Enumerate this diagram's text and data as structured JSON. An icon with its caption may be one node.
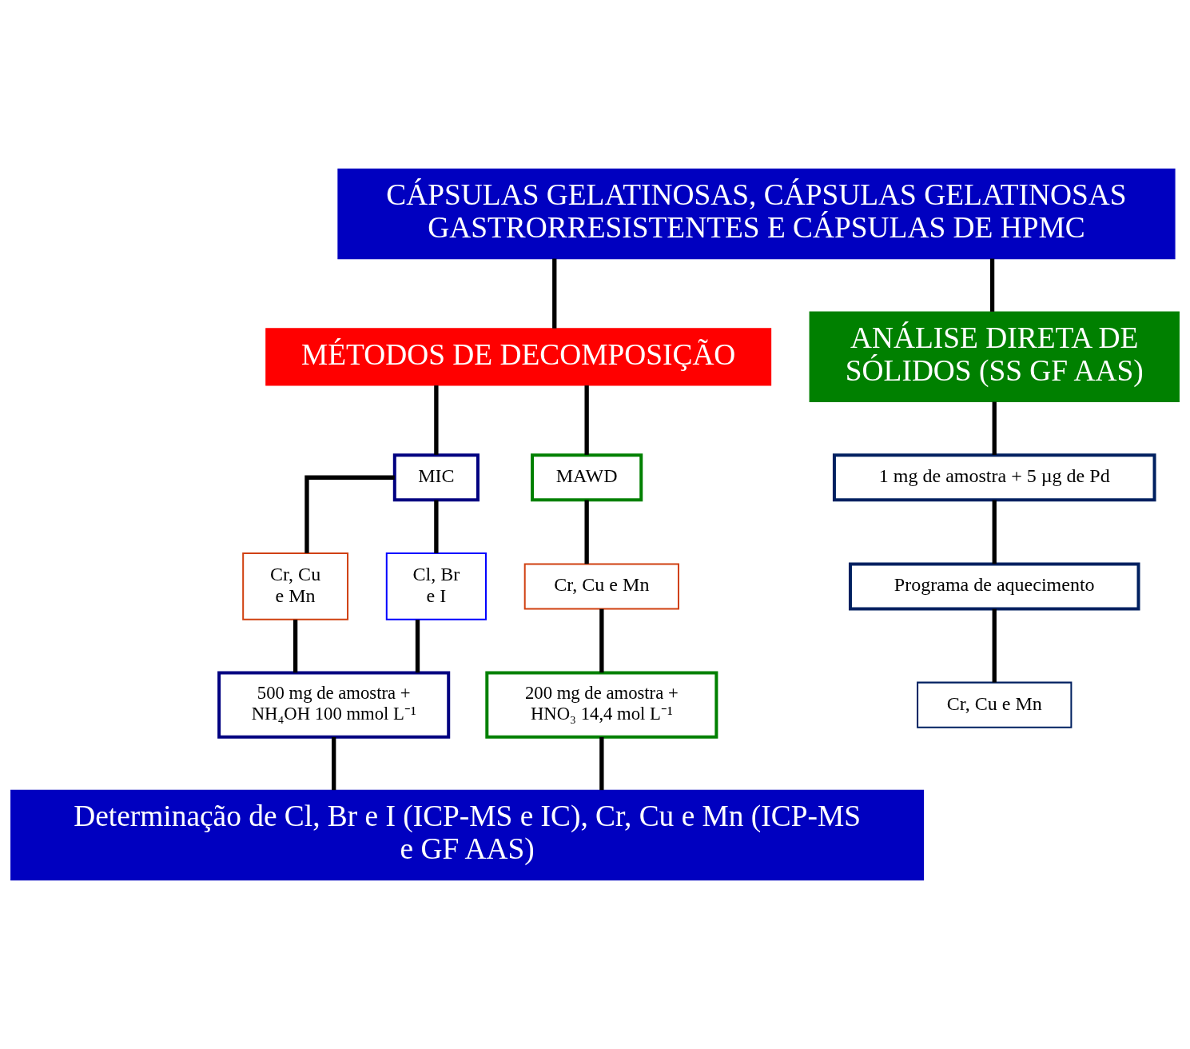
{
  "diagram": {
    "nodes": [
      {
        "text": [
          "CÁPSULAS GELATINOSAS, CÁPSULAS GELATINOSAS GASTRORRESISTENTES E CÁPSULAS DE HPMC"
        ]
      },
      {
        "text": [
          "MÉTODOS DE DECOMPOSIÇÃO"
        ]
      },
      {
        "text": [
          "ANÁLISE DIRETA DE SÓLIDOS (SS GF AAS)"
        ]
      },
      {
        "text": [
          "MIC"
        ]
      },
      {
        "text": [
          "MAWD"
        ]
      },
      {
        "text": [
          "1 mg de amostra + 5 µg de Pd"
        ]
      },
      {
        "text": [
          "Cr, Cu e Mn"
        ]
      },
      {
        "text": [
          "Cl, Br e I"
        ]
      },
      {
        "text": [
          "Cr, Cu e Mn"
        ]
      },
      {
        "text": [
          "Programa de aquecimento"
        ]
      },
      {
        "text": [
          "500 mg de amostra + NH₄OH 100 mmol L⁻¹"
        ]
      },
      {
        "text": [
          "200 mg de amostra + HNO₃ 14,4 mol L⁻¹"
        ]
      },
      {
        "text": [
          "Cr, Cu e Mn"
        ]
      },
      {
        "text": [
          "Determinação de Cl, Br e I (ICP-MS e IC), Cr, Cu e Mn (ICP-MS e GF AAS)"
        ]
      }
    ],
    "edges": [
      {
        "from": 0,
        "to": 1,
        "arrow": "none"
      },
      {
        "from": 0,
        "to": 2,
        "arrow": "none"
      },
      {
        "from": 1,
        "to": 3,
        "arrow": "none"
      },
      {
        "from": 1,
        "to": 4,
        "arrow": "none"
      },
      {
        "from": 2,
        "to": 5,
        "arrow": "none"
      },
      {
        "from": 3,
        "to": 6,
        "arrow": "none"
      },
      {
        "from": 3,
        "to": 7,
        "arrow": "none"
      },
      {
        "from": 4,
        "to": 8,
        "arrow": "none"
      },
      {
        "from": 5,
        "to": 9,
        "arrow": "none"
      },
      {
        "from": 6,
        "to": 10,
        "arrow": "none"
      },
      {
        "from": 7,
        "to": 10,
        "arrow": "none"
      },
      {
        "from": 8,
        "to": 11,
        "arrow": "none"
      },
      {
        "from": 9,
        "to": 12,
        "arrow": "none"
      },
      {
        "from": 10,
        "to": 13,
        "arrow": "none"
      },
      {
        "from": 11,
        "to": 13,
        "arrow": "none"
      }
    ]
  }
}
